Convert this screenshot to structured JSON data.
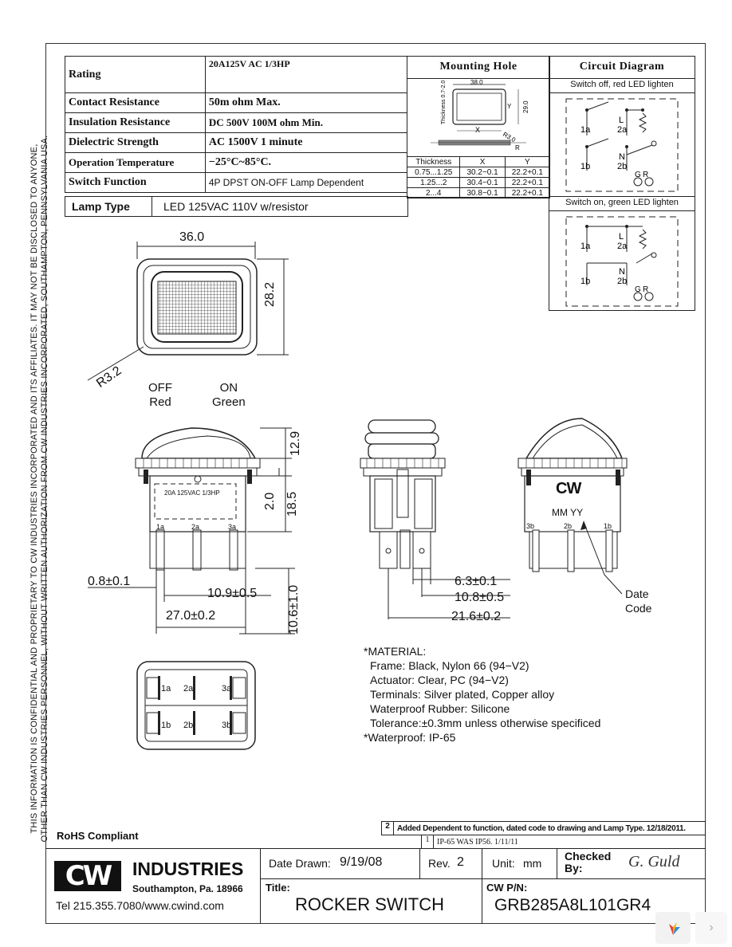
{
  "side_notice": {
    "line1": "THIS INFORMATION IS CONFIDENTIAL AND PROPRIETARY TO CW INDUSTRIES INCORPORATED AND ITS AFFILIATES.  IT MAY NOT BE DISCLOSED TO ANYONE,",
    "line2": "OTHER THAN CW INDUSTRIES PERSONNEL, WITHOUT WRITTEN AUTHORIZATION FROM CW INDUSTRIES INCORPORATED, SOUTHAMPTON, PENNSYLVANIA USA."
  },
  "specs": {
    "rows": [
      {
        "label": "Rating",
        "value": "20A125V AC 1/3HP"
      },
      {
        "label": "Contact Resistance",
        "value": "50m ohm Max."
      },
      {
        "label": "Insulation Resistance",
        "value": "DC 500V 100M ohm Min."
      },
      {
        "label": "Dielectric Strength",
        "value": "AC 1500V 1 minute"
      },
      {
        "label": "Operation Temperature",
        "value": "−25°C~85°C."
      },
      {
        "label": "Switch Function",
        "value": "4P DPST ON-OFF Lamp Dependent"
      }
    ],
    "lamp_type_label": "Lamp Type",
    "lamp_type_value": "LED 125VAC 110V w/resistor"
  },
  "mounting_hole": {
    "title": "Mounting Hole",
    "dim_width": "38.0",
    "dim_height": "29.0",
    "thickness_label": "Thickness 0.7-2.0",
    "radius": "R3.0",
    "x_label": "X",
    "y_label": "Y",
    "r_label": "R",
    "table_headers": [
      "Thickness",
      "X",
      "Y"
    ],
    "table_rows": [
      [
        "0.75...1.25",
        "30.2−0.1",
        "22.2+0.1"
      ],
      [
        "1.25...2",
        "30.4−0.1",
        "22.2+0.1"
      ],
      [
        "2...4",
        "30.8−0.1",
        "22.2+0.1"
      ]
    ]
  },
  "circuit": {
    "title": "Circuit Diagram",
    "off_caption": "Switch off, red LED lighten",
    "on_caption": "Switch on, green LED lighten",
    "labels": {
      "t1a": "1a",
      "t2a": "2a",
      "t1b": "1b",
      "t2b": "2b",
      "L": "L",
      "N": "N",
      "G": "G",
      "R": "R"
    }
  },
  "front_view": {
    "width": "36.0",
    "height": "28.2",
    "radius": "R3.2"
  },
  "side_view": {
    "off_label": "OFF",
    "off_color": "Red",
    "on_label": "ON",
    "on_color": "Green",
    "rating_print": "20A 125VAC 1/3HP",
    "terms": [
      "1a",
      "2a",
      "3a"
    ],
    "dim_129": "12.9",
    "dim_20": "2.0",
    "dim_185": "18.5",
    "dim_08": "0.8±0.1",
    "dim_109": "10.9±0.5",
    "dim_270": "27.0±0.2",
    "dim_106": "10.6±1.0"
  },
  "end_view": {
    "dim_63": "6.3±0.1",
    "dim_108": "10.8±0.5",
    "dim_216": "21.6±0.2"
  },
  "back_view": {
    "logo": "CW",
    "date_code_print": "MM YY",
    "terms": [
      "3b",
      "2b",
      "1b"
    ],
    "date_code_label_1": "Date",
    "date_code_label_2": "Code"
  },
  "bottom_view": {
    "row1": [
      "1a",
      "2a",
      "3a"
    ],
    "row2": [
      "1b",
      "2b",
      "3b"
    ]
  },
  "material": {
    "heading": "*MATERIAL:",
    "lines": [
      "Frame: Black, Nylon 66 (94−V2)",
      "Actuator: Clear, PC (94−V2)",
      "Terminals: Silver plated, Copper alloy",
      "Waterproof Rubber: Silicone",
      "Tolerance:±0.3mm unless otherwise specificed"
    ],
    "waterproof": "*Waterproof: IP-65"
  },
  "revisions": [
    {
      "num": "2",
      "text": "Added Dependent to function, dated code to drawing and Lamp Type. 12/18/2011."
    },
    {
      "num": "1",
      "text": "IP-65 WAS IP56. 1/11/11"
    }
  ],
  "title_block": {
    "rohs": "RoHS Compliant",
    "company": "INDUSTRIES",
    "logo": "CW",
    "location": "Southampton, Pa. 18966",
    "contact": "Tel 215.355.7080/www.cwind.com",
    "date_label": "Date Drawn:",
    "date_value": "9/19/08",
    "rev_label": "Rev.",
    "rev_value": "2",
    "unit_label": "Unit:",
    "unit_value": "mm",
    "checked_label_1": "Checked",
    "checked_label_2": "By:",
    "checked_value": "G. Guld",
    "title_label": "Title:",
    "title_value": "ROCKER SWITCH",
    "pn_label": "CW P/N:",
    "pn_value": "GRB285A8L101GR4"
  }
}
